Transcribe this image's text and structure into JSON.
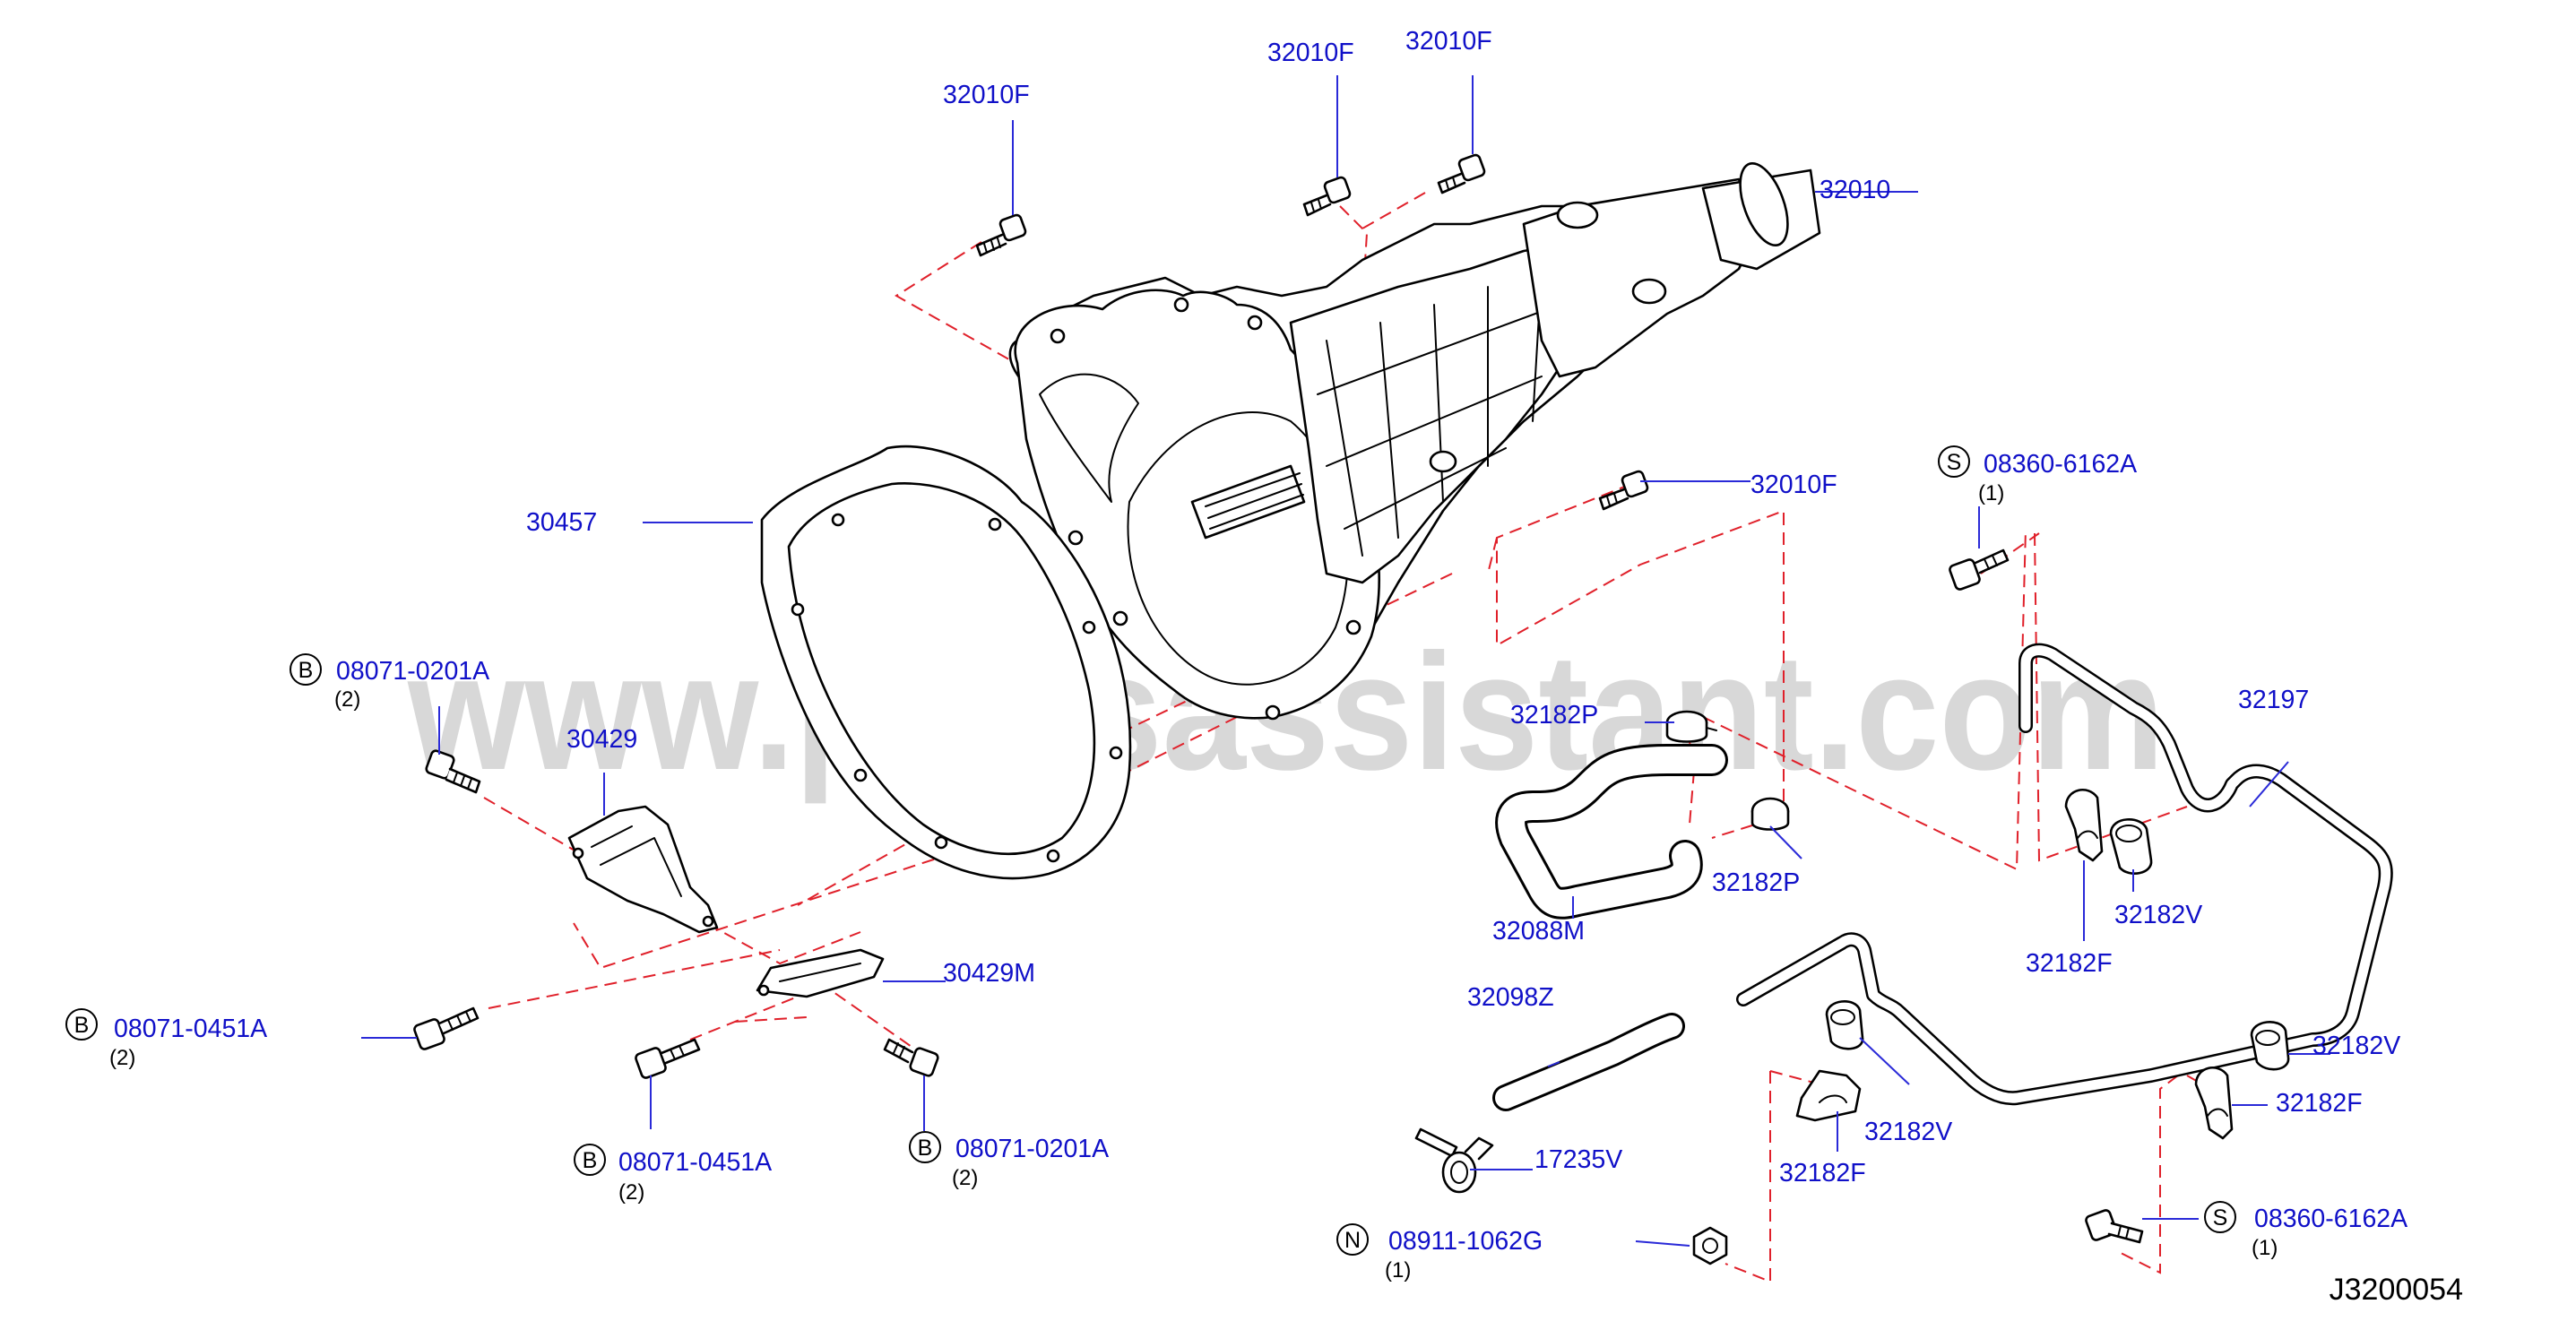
{
  "watermark": "www.partsassistant.com",
  "diagram_id": "J3200054",
  "labels": {
    "p32010": "32010",
    "p32010F_a": "32010F",
    "p32010F_b": "32010F",
    "p32010F_c": "32010F",
    "p32010F_d": "32010F",
    "p30457": "30457",
    "p30429": "30429",
    "p30429M": "30429M",
    "p32182P_a": "32182P",
    "p32182P_b": "32182P",
    "p32088M": "32088M",
    "p32098Z": "32098Z",
    "p17235V": "17235V",
    "p32197": "32197",
    "p32182V_a": "32182V",
    "p32182V_b": "32182V",
    "p32182V_c": "32182V",
    "p32182F_a": "32182F",
    "p32182F_b": "32182F",
    "p32182F_c": "32182F",
    "b_0201A_top": "08071-0201A",
    "b_0451A_left": "08071-0451A",
    "b_0451A_bottom": "08071-0451A",
    "b_0201A_bottom": "08071-0201A",
    "s_6162A_top": "08360-6162A",
    "s_6162A_bottom": "08360-6162A",
    "n_1062G": "08911-1062G"
  },
  "quantities": {
    "b_0201A_top": "(2)",
    "b_0451A_left": "(2)",
    "b_0451A_bottom": "(2)",
    "b_0201A_bottom": "(2)",
    "s_6162A_top": "(1)",
    "s_6162A_bottom": "(1)",
    "n_1062G": "(1)"
  },
  "badges": {
    "b": "B",
    "s": "S",
    "n": "N"
  },
  "colors": {
    "label": "#1010c8",
    "leader": "#2a2ad8",
    "hidden_line": "#e0202a",
    "part_outline": "#000000",
    "watermark": "#b9b9b9"
  }
}
